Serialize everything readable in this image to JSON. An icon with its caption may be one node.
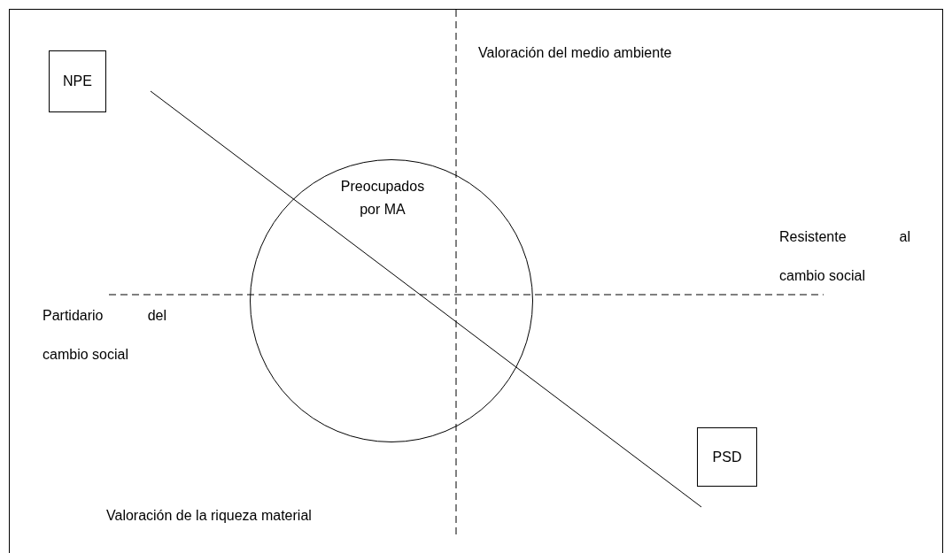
{
  "diagram": {
    "nodes": [
      {
        "text": [
          "NPE"
        ]
      },
      {
        "text": [
          "Preocupados por MA"
        ]
      },
      {
        "text": [
          "PSD"
        ]
      }
    ],
    "edges": [],
    "labels": [
      "Valoración del medio ambiente",
      "Resistente al cambio social",
      "Partidario del cambio social",
      "Valoración de la riqueza material"
    ]
  }
}
